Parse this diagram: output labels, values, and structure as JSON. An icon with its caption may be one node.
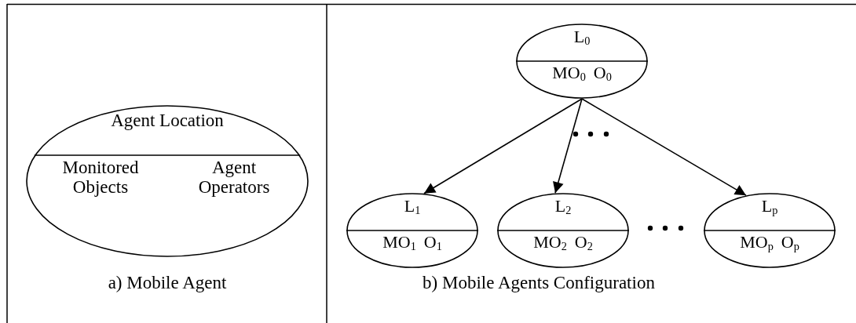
{
  "diagram": {
    "nodes": [
      {
        "text": [
          "Agent Location",
          "Monitored Objects",
          "Agent Operators"
        ]
      },
      {
        "text": [
          "L$_{0}$",
          "MO$_{0}$",
          "O$_{0}$"
        ]
      },
      {
        "text": [
          "L$_{1}$",
          "MO$_{1}$",
          "O$_{1}$"
        ]
      },
      {
        "text": [
          "L$_{2}$",
          "MO$_{2}$",
          "O$_{2}$"
        ]
      },
      {
        "text": [
          "L$_{p}$",
          "MO$_{p}$",
          "O$_{p}$"
        ]
      }
    ],
    "edges": [
      {
        "from": 1,
        "to": 2,
        "arrow": "to"
      },
      {
        "from": 1,
        "to": 3,
        "arrow": "to"
      },
      {
        "from": 1,
        "to": 4,
        "arrow": "to"
      }
    ],
    "labels": [
      "a) Mobile Agent",
      "b) Mobile Agents Configuration"
    ]
  }
}
